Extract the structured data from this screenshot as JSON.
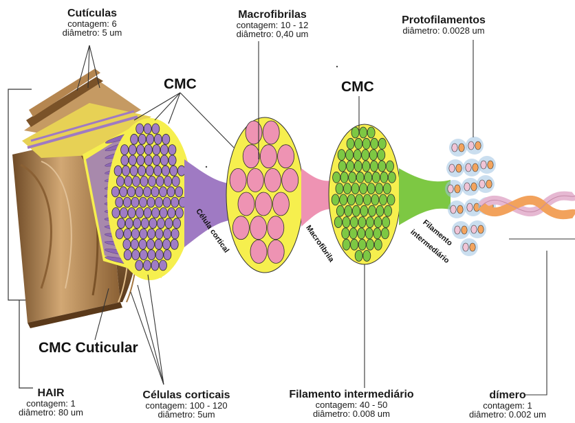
{
  "labels": {
    "cuticulas": {
      "title": "Cutículas",
      "lines": [
        "contagem: 6",
        "diâmetro: 5 um"
      ]
    },
    "macrofibrilas": {
      "title": "Macrofibrilas",
      "lines": [
        "contagem: 10 - 12",
        "diâmetro: 0,40 um"
      ]
    },
    "protofilamentos": {
      "title": "Protofilamentos",
      "lines": [
        "diâmetro: 0.0028 um"
      ]
    },
    "cmc_left": "CMC",
    "cmc_right": "CMC",
    "cmc_cuticular": "CMC Cuticular",
    "hair": {
      "title": "HAIR",
      "lines": [
        "contagem: 1",
        "diâmetro: 80 um"
      ]
    },
    "celulas_corticais": {
      "title": "Células corticais",
      "lines": [
        "contagem: 100 - 120",
        "diâmetro: 5um"
      ]
    },
    "filamento_intermediario": {
      "title": "Filamento intermediário",
      "lines": [
        "contagem: 40 - 50",
        "diâmetro: 0.008 um"
      ]
    },
    "dimero": {
      "title": "dímero",
      "lines": [
        "contagem: 1",
        "diâmetro: 0.002 um"
      ]
    },
    "rot_celula_cortical": "Célula cortical",
    "rot_macrofibrila": "Macrofibrila",
    "rot_filamento": "Filamento",
    "rot_intermediario": "intermediário"
  },
  "colors": {
    "purple": "#a07cc5",
    "pink": "#ee93b3",
    "green": "#7dc843",
    "yellow": "#f6ef4e",
    "bronze": "#b98a55",
    "orange": "#f3a45e",
    "blue": "#9fc3e2"
  }
}
